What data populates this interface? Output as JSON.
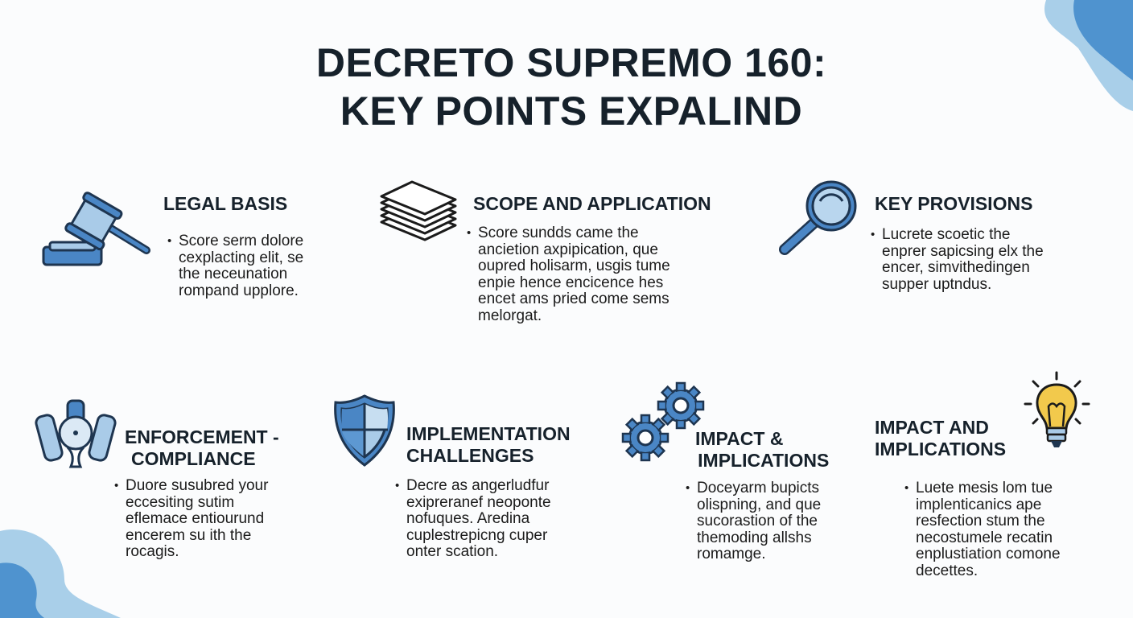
{
  "title": {
    "line1": "DECRETO SUPREMO 160:",
    "line2": "KEY POINTS EXPALIND"
  },
  "colors": {
    "accent": "#4a86c5",
    "light_accent": "#a9cbe8",
    "bulb": "#f2c94c",
    "text": "#16212b"
  },
  "sections": [
    {
      "icon": "gavel-icon",
      "heading": [
        "LEGAL BASIS"
      ],
      "body": [
        "Score serm dolore",
        "cexplacting elit, se",
        "the neceunation",
        "rompand upplore."
      ]
    },
    {
      "icon": "paper-stack-icon",
      "heading": [
        "SCOPE AND APPLICATION"
      ],
      "body": [
        "Score sundds came the",
        "ancietion axpipication, que",
        "oupred holisarm, usgis tume",
        "enpie hence encicence hes",
        "encet ams pried come sems",
        "melorgat."
      ]
    },
    {
      "icon": "magnifier-icon",
      "heading": [
        "KEY PROVISIONS"
      ],
      "body": [
        "Lucrete scoetic the",
        "enprer sapicsing elx the",
        "encer, simvithedingen",
        "supper uptndus."
      ]
    },
    {
      "icon": "enforcement-icon",
      "heading": [
        "ENFORCEMENT -",
        "COMPLIANCE"
      ],
      "body": [
        "Duore susubred your",
        "eccesiting sutim",
        "eflemace entiourund",
        "encerem su ith the",
        "rocagis."
      ]
    },
    {
      "icon": "shield-icon",
      "heading": [
        "IMPLEMENTATION",
        "CHALLENGES"
      ],
      "body": [
        "Decre as angerludfur",
        "exipreranef neoponte",
        "nofuques. Aredina",
        "cuplestrepicng cuper",
        "onter scation."
      ]
    },
    {
      "icon": "gears-icon",
      "heading": [
        "IMPACT &",
        "IMPLICATIONS"
      ],
      "body": [
        "Doceyarm bupicts",
        "olispning, and que",
        "sucorastion of the",
        "themoding allshs",
        "romamge."
      ]
    },
    {
      "icon": "lightbulb-icon",
      "heading": [
        "IMPACT AND",
        "IMPLICATIONS"
      ],
      "body": [
        "Luete mesis lom tue",
        "implenticanics ape",
        "resfection stum the",
        "necostumele recatin",
        "enplustiation comone",
        "decettes."
      ]
    }
  ]
}
